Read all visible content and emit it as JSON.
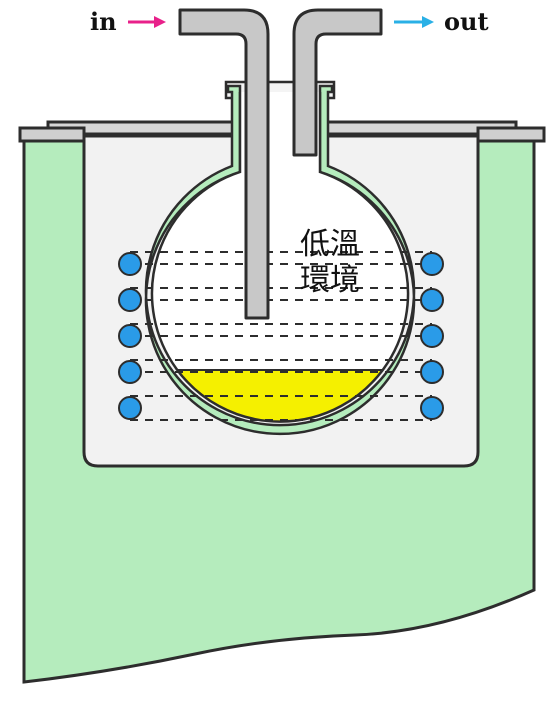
{
  "labels": {
    "in": "in",
    "out": "out",
    "environment_line1": "低溫",
    "environment_line2": "環境"
  },
  "colors": {
    "in_arrow": "#e8208a",
    "out_arrow": "#2ab0e6",
    "bath": "#b5ecbd",
    "tube": "#c8c8c8",
    "flask_glass": "#b5ecbd",
    "liquid": "#f5f000",
    "coil": "#2a9be8",
    "outline": "#2d2d2d"
  },
  "coil_turns": 5
}
